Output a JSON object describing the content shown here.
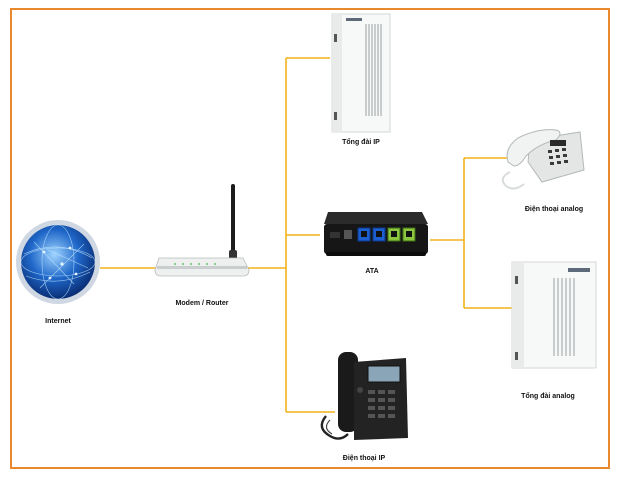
{
  "colors": {
    "frame": "#e8892e",
    "connector": "#f2b21b"
  },
  "nodes": {
    "internet": {
      "label": "Internet",
      "icon": "globe-icon"
    },
    "router": {
      "label": "Modem / Router",
      "icon": "router-icon"
    },
    "ip_pbx": {
      "label": "Tổng đài IP",
      "icon": "pbx-cabinet-icon"
    },
    "ata": {
      "label": "ATA",
      "icon": "ata-box-icon"
    },
    "ip_phone": {
      "label": "Điện thoại IP",
      "icon": "ip-phone-icon"
    },
    "analog_phone": {
      "label": "Điện thoại analog",
      "icon": "analog-phone-icon"
    },
    "analog_pbx": {
      "label": "Tổng đài analog",
      "icon": "pbx-cabinet-icon"
    }
  },
  "edges": [
    {
      "from": "internet",
      "to": "router"
    },
    {
      "from": "router",
      "to": "ip_pbx"
    },
    {
      "from": "router",
      "to": "ata"
    },
    {
      "from": "router",
      "to": "ip_phone"
    },
    {
      "from": "ata",
      "to": "analog_phone"
    },
    {
      "from": "ata",
      "to": "analog_pbx"
    }
  ]
}
